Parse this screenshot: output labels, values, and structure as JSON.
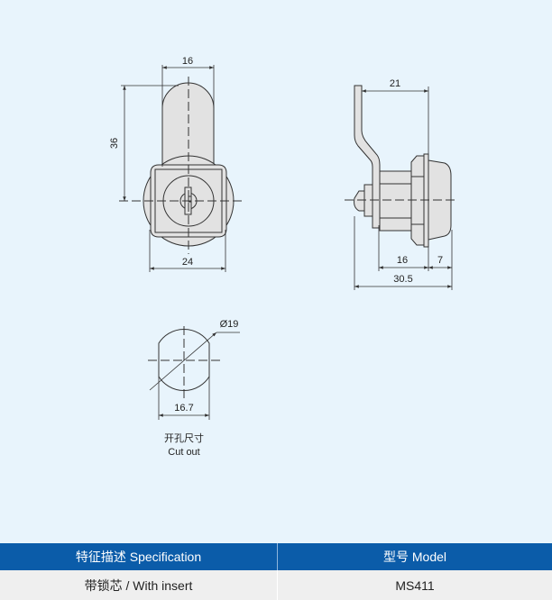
{
  "drawing": {
    "front_view": {
      "width_top": "16",
      "height": "36",
      "width_bottom": "24"
    },
    "side_view": {
      "cam_length": "21",
      "body_length": "16",
      "head_length": "7",
      "overall_length": "30.5"
    },
    "cutout": {
      "diameter": "Ø19",
      "flat_width": "16.7",
      "label_cn": "开孔尺寸",
      "label_en": "Cut out"
    }
  },
  "table": {
    "headers": [
      "特征描述 Specification",
      "型号 Model"
    ],
    "rows": [
      [
        "带锁芯 / With insert",
        "MS411"
      ]
    ]
  }
}
